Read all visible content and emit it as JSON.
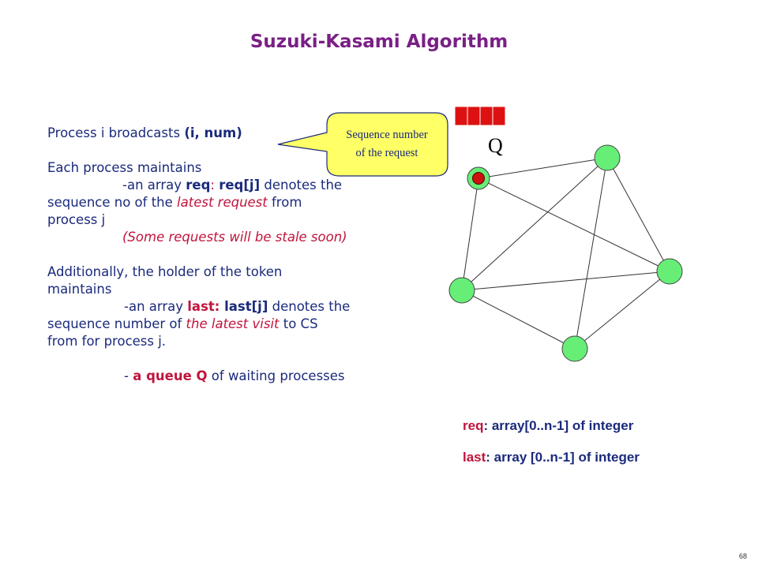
{
  "title": "Suzuki-Kasami Algorithm",
  "text": {
    "l1_a": "Process i broadcasts ",
    "l1_b": "(i, num)",
    "l2": "Each process maintains",
    "l3_a": "-an array ",
    "l3_b": "req",
    "l3_c": ": ",
    "l3_d": "req[j]",
    "l3_e": " denotes the",
    "l4_a": "sequence no of the ",
    "l4_b": "latest request",
    "l4_c": " from",
    "l5": "process j",
    "l6": "(Some requests will be stale soon)",
    "l7": "Additionally, the holder of the token",
    "l8": "maintains",
    "l9_a": "-an array ",
    "l9_b": "last:",
    "l9_c": " last[j]",
    "l9_d": " denotes the",
    "l10_a": "sequence number of ",
    "l10_b": "the latest visit",
    "l10_c": " to CS",
    "l11": "from for process j.",
    "l12_a": "- ",
    "l12_b": "a queue Q",
    "l12_c": " of waiting processes"
  },
  "callout": {
    "line1": "Sequence number",
    "line2": "of the request"
  },
  "queue_label": "Q",
  "notes": {
    "req_kw": "req",
    "req_rest": ": array[0..n-1] of integer",
    "last_kw": "last",
    "last_rest": ": array [0..n-1] of integer"
  },
  "page_number": "68",
  "colors": {
    "title": "#7a1f86",
    "text": "#1a2a7c",
    "highlight": "#c0143c",
    "node_fill": "#66ee77",
    "callout_fill": "#ffff66",
    "queue_fill": "#dd1111"
  }
}
